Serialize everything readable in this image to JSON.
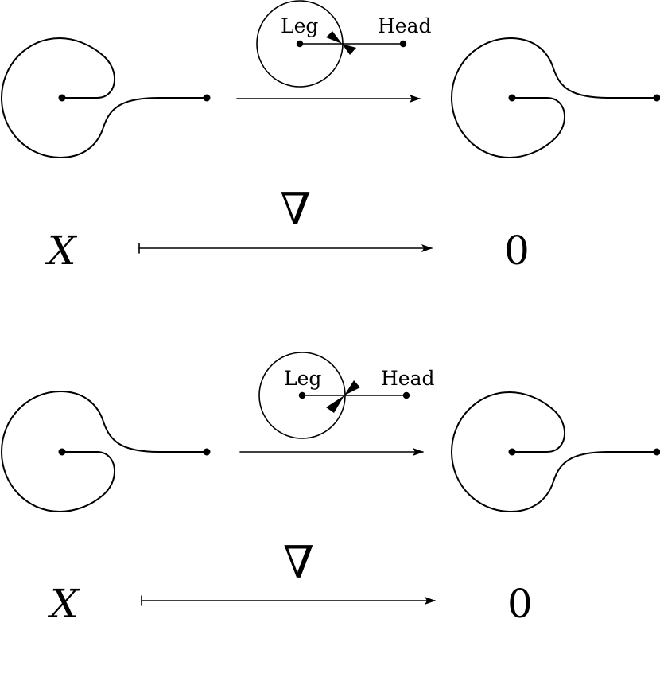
{
  "diagrams": [
    {
      "leg_label": "Leg",
      "head_label": "Head",
      "operator_symbol": "∇",
      "domain_symbol": "X",
      "codomain_symbol": "0"
    },
    {
      "leg_label": "Leg",
      "head_label": "Head",
      "operator_symbol": "∇",
      "domain_symbol": "X",
      "codomain_symbol": "0"
    }
  ]
}
